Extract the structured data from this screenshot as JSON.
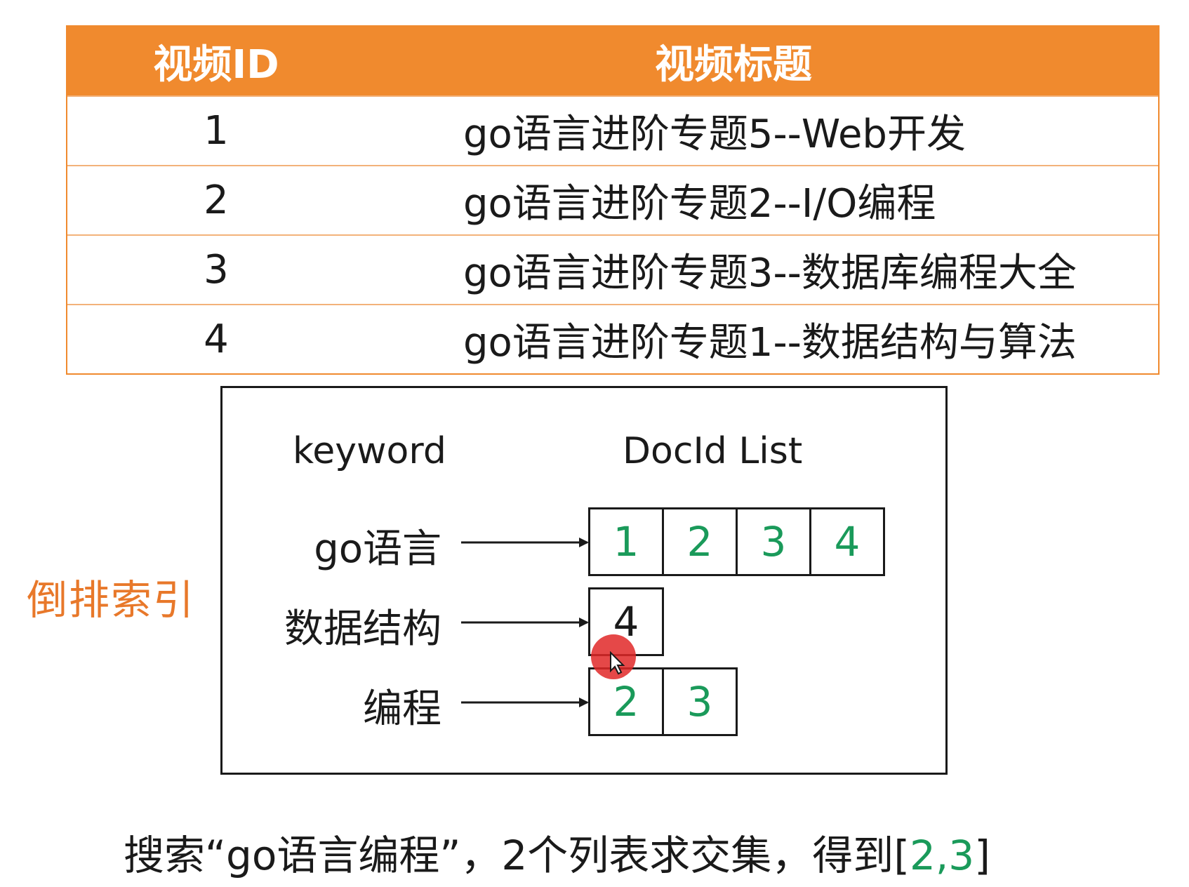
{
  "table": {
    "headers": {
      "id": "视频ID",
      "title": "视频标题"
    },
    "rows": [
      {
        "id": "1",
        "title": "go语言进阶专题5--Web开发"
      },
      {
        "id": "2",
        "title": "go语言进阶专题2--I/O编程"
      },
      {
        "id": "3",
        "title": "go语言进阶专题3--数据库编程大全"
      },
      {
        "id": "4",
        "title": "go语言进阶专题1--数据结构与算法"
      }
    ]
  },
  "side_label": "倒排索引",
  "diagram": {
    "keyword_header": "keyword",
    "doclist_header": "DocId List",
    "entries": [
      {
        "term": "go语言",
        "docs": [
          "1",
          "2",
          "3",
          "4"
        ]
      },
      {
        "term": "数据结构",
        "docs": [
          "4"
        ]
      },
      {
        "term": "编程",
        "docs": [
          "2",
          "3"
        ]
      }
    ]
  },
  "caption": {
    "text": "搜索“go语言编程”，2个列表求交集，得到",
    "open_bracket": "[",
    "result": "2,3",
    "close_bracket": "]"
  },
  "colors": {
    "accent": "#f08a2e",
    "label_orange": "#e8782a",
    "doc_green": "#1a9a5a"
  }
}
